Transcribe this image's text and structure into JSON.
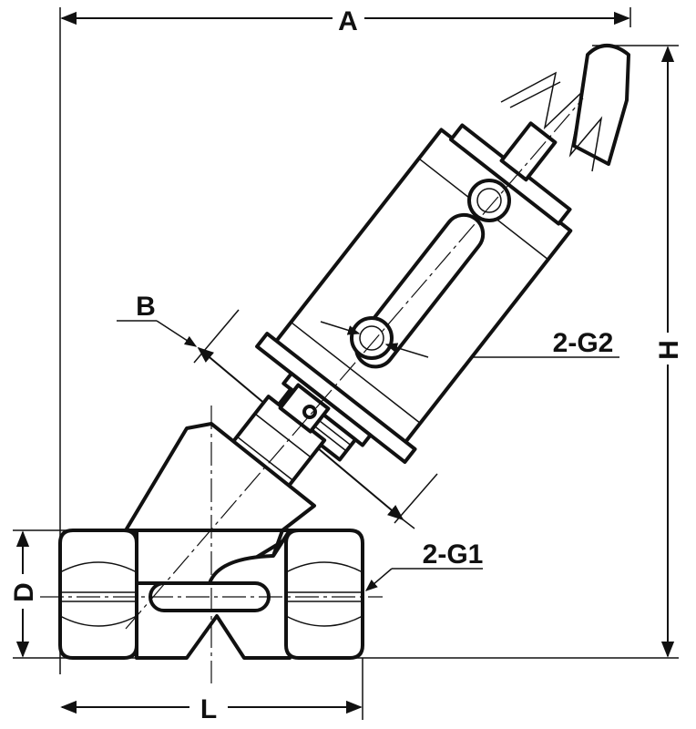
{
  "labels": {
    "A": "A",
    "H": "H",
    "B": "B",
    "D": "D",
    "L": "L",
    "G2": "2-G2",
    "G1": "2-G1"
  },
  "colors": {
    "line": "#111111",
    "background": "#ffffff"
  }
}
